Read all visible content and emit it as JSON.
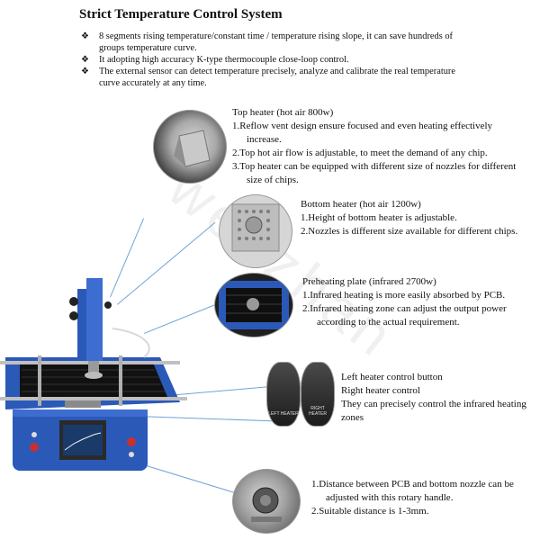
{
  "title": "Strict Temperature Control System",
  "bullet_marker": "❖",
  "bullets": [
    "8 segments rising temperature/constant time / temperature rising slope, it can save hundreds of groups temperature curve.",
    "It adopting high accuracy K-type thermocouple close-loop control.",
    "The external sensor can detect temperature precisely, analyze and calibrate the real temperature curve accurately at any time."
  ],
  "top_heater": {
    "heading": "Top heater (hot air 800w)",
    "items": [
      "1.Reflow vent design ensure focused and even heating effectively increase.",
      "2.Top hot air flow is adjustable, to meet the demand of any chip.",
      "3.Top heater can be equipped with different size of nozzles for different size of chips."
    ]
  },
  "bottom_heater": {
    "heading": "Bottom heater (hot air 1200w)",
    "items": [
      "1.Height of bottom heater is adjustable.",
      "2.Nozzles is different size available for different chips."
    ]
  },
  "preheating": {
    "heading": "Preheating plate (infrared 2700w)",
    "items": [
      "1.Infrared heating is more easily absorbed by PCB.",
      "2.Infrared heating zone can adjust the output power according to the actual requirement."
    ]
  },
  "controls": {
    "left_label": "Left heater control button",
    "right_label": "Right heater control",
    "desc": "They can precisely control the infrared heating zones",
    "btn_left_text": "LEFT HEATER",
    "btn_right_text": "RIGHT HEATER"
  },
  "handle": {
    "items": [
      "1.Distance between PCB and bottom nozzle can be adjusted with this rotary handle.",
      "2.Suitable distance is 1-3mm."
    ]
  },
  "watermark": "wenzhan",
  "colors": {
    "machine_blue": "#2b59b8",
    "line_blue": "#6ea3d8",
    "panel_dark": "#2a2a2a"
  }
}
